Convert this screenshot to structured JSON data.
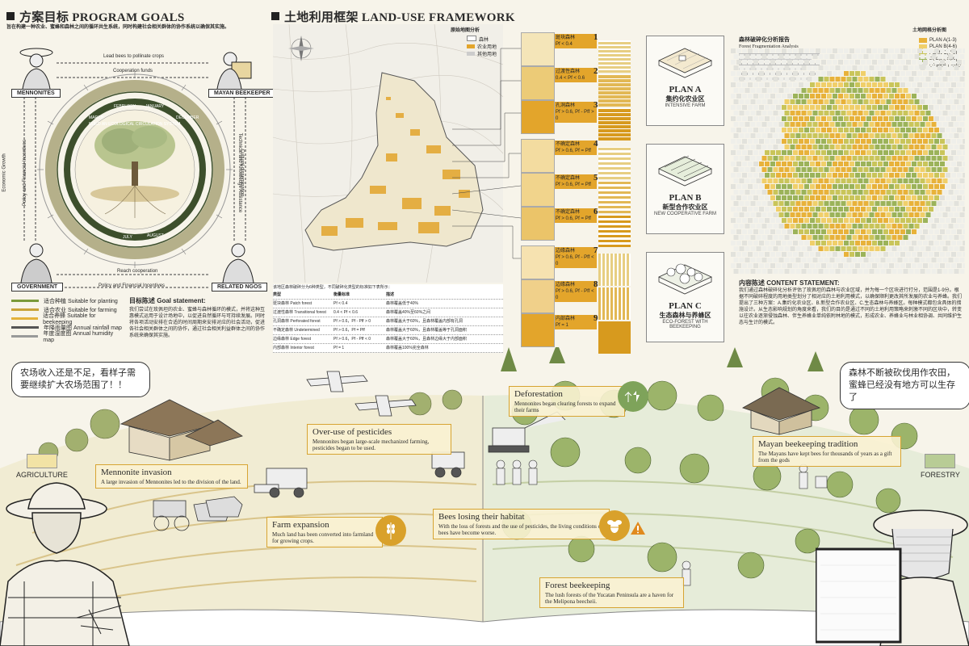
{
  "program_goals": {
    "title": "方案目标 PROGRAM GOALS",
    "subtitle": "旨在构建一种农业、蜜蜂和森林之间的循环共生系统，同时构建社会相关群体的协作系统以确保其实施。",
    "actors": {
      "mennonites": "MENNONITES",
      "mayan_beekeeper": "MAYAN BEEKEEPER",
      "government": "GOVERNMENT",
      "related_ngos": "RELATED NGOS"
    },
    "arrows": {
      "top1": "Lead bees to pollinate crops",
      "top2": "Cooperation funds",
      "left1": "Economic Growth",
      "left2": "Policy and Financial Incentives",
      "right1": "Technical and Knowledge Assistance",
      "right2": "Cultural dissemination",
      "bottom1": "Reach cooperation",
      "bottom2": "Policy and Financial Incentives"
    },
    "cycle_months": [
      "MARCH",
      "FEBRUARY",
      "JANUARY",
      "DECEMBER",
      "NOVEMBER",
      "OCTOBER",
      "SEPTEMBER",
      "AUGUST",
      "JULY",
      "JUNE",
      "MAY",
      "APRIL"
    ],
    "cycle_ring_text": "BUILD AN ECOLOGICAL CIRCULATION SYSTEM",
    "legend": [
      {
        "label": "适合种植 Suitable for planting",
        "color": "#7a9a3a"
      },
      {
        "label": "适合农业 Suitable for farming",
        "color": "#c8a33a"
      },
      {
        "label": "适合养蜂 Suitable for beekeeping",
        "color": "#e3b23c"
      },
      {
        "label": "年降雨量图 Annual rainfall map",
        "color": "#555555"
      },
      {
        "label": "年度湿度图 Annual humidity map",
        "color": "#999999"
      }
    ],
    "goal_statement_title": "目标陈述 Goal statement:",
    "goal_statement": "我们尝试在玫佩坦的农业、蜜蜂与森林循环的模式，并将这种互惠模式运用于设计场地中，以促进自然循环与可持续发展。同时将各项活动安排在合适的时间周期来安排对应的社会活动，促进各社会相关群体之间的协作，通过社会相关利益群体之间的协作系统来确保其实施。"
  },
  "land_use": {
    "title": "土地利用框架 LAND-USE FRAMEWORK",
    "map_title": "原始地图分析",
    "map_legend": [
      "森林",
      "农业用地",
      "其他用地"
    ],
    "table_caption": "该地区森林破碎分为6种类型，不同破碎化类型的标准如下表所示：",
    "table_headers": [
      "类型",
      "衡量标准",
      "描述"
    ],
    "table_rows": [
      [
        "斑块森林 Patch forest",
        "Pf < 0.4",
        "森林覆盖低于40%"
      ],
      [
        "过渡性森林 Transitional forest",
        "0.4 < Pf < 0.6",
        "森林覆盖40%至60%之间"
      ],
      [
        "孔洞森林 Perforated forest",
        "Pf > 0.6，Pf - Pff > 0",
        "森林覆盖大于60%，且森林覆盖内部有孔洞"
      ],
      [
        "不确定森林 Undetermined",
        "Pf > 0.6，Pf = Pff",
        "森林覆盖大于60%，且森林覆盖等于孔洞面积"
      ],
      [
        "边缘森林 Edge forest",
        "Pf > 0.6，Pf - Pff < 0",
        "森林覆盖大于60%，且森林边缘大于内部面积"
      ],
      [
        "内部森林 Interior forest",
        "Pf = 1",
        "森林覆盖100%完全森林"
      ]
    ],
    "tiles": [
      {
        "num": "1",
        "label": "斑块森林",
        "formula": "Pf < 0.4"
      },
      {
        "num": "2",
        "label": "过渡性森林",
        "formula": "0.4 < Pf < 0.6"
      },
      {
        "num": "3",
        "label": "孔洞森林",
        "formula": "Pf > 0.6, Pf - Pff > 0"
      },
      {
        "num": "4",
        "label": "不确定森林",
        "formula": "Pf > 0.6, Pf = Pff"
      },
      {
        "num": "5",
        "label": "不确定森林",
        "formula": "Pf > 0.6, Pf = Pff"
      },
      {
        "num": "6",
        "label": "不确定森林",
        "formula": "Pf > 0.6, Pf = Pff"
      },
      {
        "num": "7",
        "label": "边缘森林",
        "formula": "Pf > 0.6, Pf - Pff < 0"
      },
      {
        "num": "8",
        "label": "边缘森林",
        "formula": "Pf > 0.6, Pf - Pff < 0"
      },
      {
        "num": "9",
        "label": "内部森林",
        "formula": "Pf = 1"
      }
    ],
    "plans": [
      {
        "title": "PLAN A",
        "cn": "集约化农业区",
        "en": "INTENSIVE FARM"
      },
      {
        "title": "PLAN B",
        "cn": "新型合作农业区",
        "en": "NEW COOPERATIVE FARM"
      },
      {
        "title": "PLAN C",
        "cn": "生态森林与养蜂区",
        "en": "ECO-FOREST WITH BEEKEEPING"
      }
    ]
  },
  "fragmentation": {
    "report_title_cn": "森林破碎化分析报告",
    "report_title_en": "Forest Fragmentation Analysis",
    "grid_title": "土地网格分析图",
    "grid_legend": [
      "PLAN A(1-3)",
      "PLAN B(4-6)",
      "PLAN C(7-9)",
      "PLAN C(6-9)",
      "OTHER LAND"
    ],
    "grid_legend_colors": [
      "#e8b23a",
      "#f0cf6a",
      "#c9c55a",
      "#9bb35a",
      "#e2e2dc"
    ],
    "content_title": "内容陈述 CONTENT STATEMENT:",
    "content_text": "我们通过森林破碎化分析评估了玫佩坦的森林与农业区域，并为每一个区块进行打分，范围是1-9分。根据不同破碎程度的用地类型划分了相对应的土地利用模式，以确保顺利更改其所发展的农业与养蜂。我们提出了三种方案：A.集约化农业区、B.新型合作农业区、C.生态森林与养蜂区。每种模式都包含具体的措施设计。从生态影响规划的角度来看，我们的目的是通过不同的土地利用策略来刺激不同的区块中，转变以往农业逐渐侵蚀森林、伴生养蜂业单纯依附林地的模式，形成农业、养蜂业与林业相协调、共同维护生态与生计的模式。"
  },
  "scene": {
    "left_bubble": "农场收入还是不足，看样子需要继续扩大农场范围了！！",
    "right_bubble": "森林不断被砍伐用作农田，蜜蜂已经没有地方可以生存了",
    "agriculture_label": "AGRICULTURE",
    "forestry_label": "FORESTRY",
    "callouts": [
      {
        "id": "invasion",
        "title": "Mennonite invasion",
        "text": "A large invasion of Mennonites led to the division of the land."
      },
      {
        "id": "pesticides",
        "title": "Over-use of pesticides",
        "text": "Mennonites began large-scale mechanized farming, pesticides began to be used."
      },
      {
        "id": "deforestation",
        "title": "Deforestation",
        "text": "Mennonites began clearing forests to expand their farms"
      },
      {
        "id": "mayan",
        "title": "Mayan beekeeping tradition",
        "text": "The Mayans have kept bees for thousands of years as a gift from the gods"
      },
      {
        "id": "expansion",
        "title": "Farm expansion",
        "text": "Much land has been converted into farmland for growing crops."
      },
      {
        "id": "bees",
        "title": "Bees losing their habitat",
        "text": "With the loss of forests and the use of pesticides, the living conditions of bees have become worse."
      },
      {
        "id": "forest_bee",
        "title": "Forest beekeeping",
        "text": "The lush forests of the Yucatan Peninsula are a haven for the Melipona beecheii."
      }
    ]
  },
  "colors": {
    "orange": "#e3a52b",
    "yellow": "#f2d27a",
    "green": "#9cb46a",
    "dark_green": "#5f7a3a",
    "paper": "#f7f4ea"
  }
}
